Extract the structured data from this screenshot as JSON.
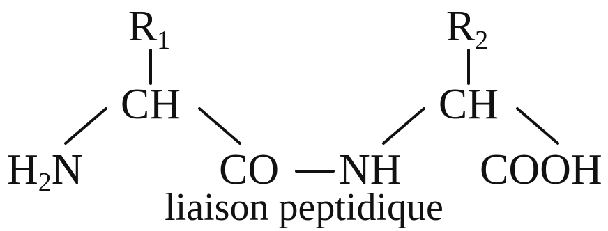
{
  "molecule": {
    "r1": {
      "main": "R",
      "sub": "1"
    },
    "r2": {
      "main": "R",
      "sub": "2"
    },
    "ch_left": "CH",
    "ch_right": "CH",
    "amine": {
      "pre": "H",
      "sub": "2",
      "post": "N"
    },
    "carbonyl": "CO",
    "amide": "NH",
    "carboxyl": "COOH"
  },
  "caption": "liaison peptidique"
}
